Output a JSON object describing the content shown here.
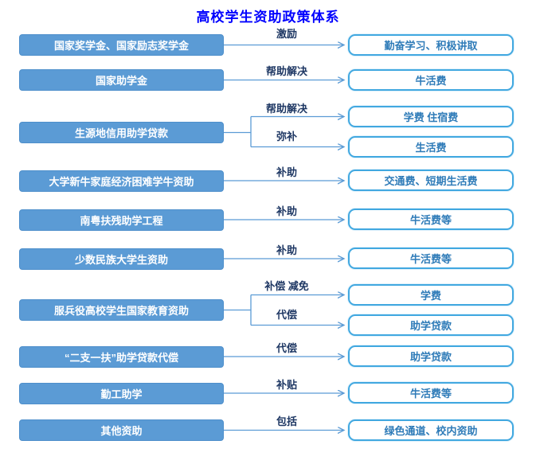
{
  "title": "高校学生资助政策体系",
  "colors": {
    "title": "#0000FF",
    "source_fill": "#5B9BD5",
    "source_text": "#FFFFFF",
    "target_border": "#41A8E0",
    "target_text": "#2E7BB8",
    "connector": "#5B9BD5",
    "label": "#1F3864"
  },
  "rows": [
    {
      "source": "国家奖学金、国家励志奖学金",
      "links": [
        {
          "label": "激励",
          "target": "勤奋学习、积极讲取"
        }
      ]
    },
    {
      "source": "国家助学金",
      "links": [
        {
          "label": "帮助解决",
          "target": "牛活费"
        }
      ]
    },
    {
      "source": "生源地信用助学贷款",
      "links": [
        {
          "label": "帮助解决",
          "target": "学费 住宿费"
        },
        {
          "label": "弥补",
          "target": "生活费"
        }
      ]
    },
    {
      "source": "大学新牛家庭经济困难学牛资助",
      "links": [
        {
          "label": "补助",
          "target": "交通费、短期生活费"
        }
      ]
    },
    {
      "source": "南粤扶残助学工程",
      "links": [
        {
          "label": "补助",
          "target": "牛活费等"
        }
      ]
    },
    {
      "source": "少数民族大学生资助",
      "links": [
        {
          "label": "补助",
          "target": "牛活费等"
        }
      ]
    },
    {
      "source": "服兵役高校学生国家教育资助",
      "links": [
        {
          "label": "补偿 减免",
          "target": "学费"
        },
        {
          "label": "代偿",
          "target": "助学贷款"
        }
      ]
    },
    {
      "source": "“二支一扶”助学贷款代偿",
      "links": [
        {
          "label": "代偿",
          "target": "助学贷款"
        }
      ]
    },
    {
      "source": "勤工助学",
      "links": [
        {
          "label": "补贴",
          "target": "牛活费等"
        }
      ]
    },
    {
      "source": "其他资助",
      "links": [
        {
          "label": "包括",
          "target": "绿色通道、校内资助"
        }
      ]
    }
  ]
}
